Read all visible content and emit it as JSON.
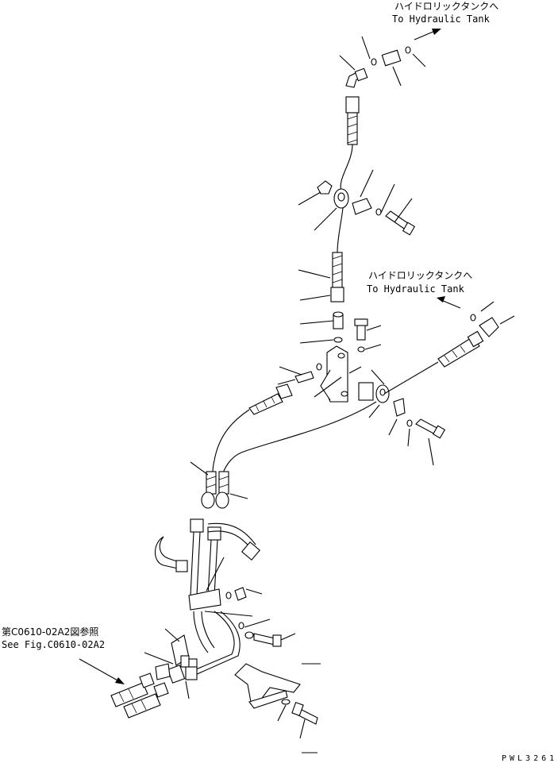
{
  "diagram": {
    "callouts": [
      {
        "jp": "ハイドロリックタンクへ",
        "en": "To Hydraulic Tank"
      },
      {
        "jp": "ハイドロリックタンクへ",
        "en": "To Hydraulic Tank"
      },
      {
        "jp": "第C0610-02A2図参照",
        "en": "See Fig.C0610-02A2"
      }
    ],
    "drawing_number": "PWL3261"
  }
}
